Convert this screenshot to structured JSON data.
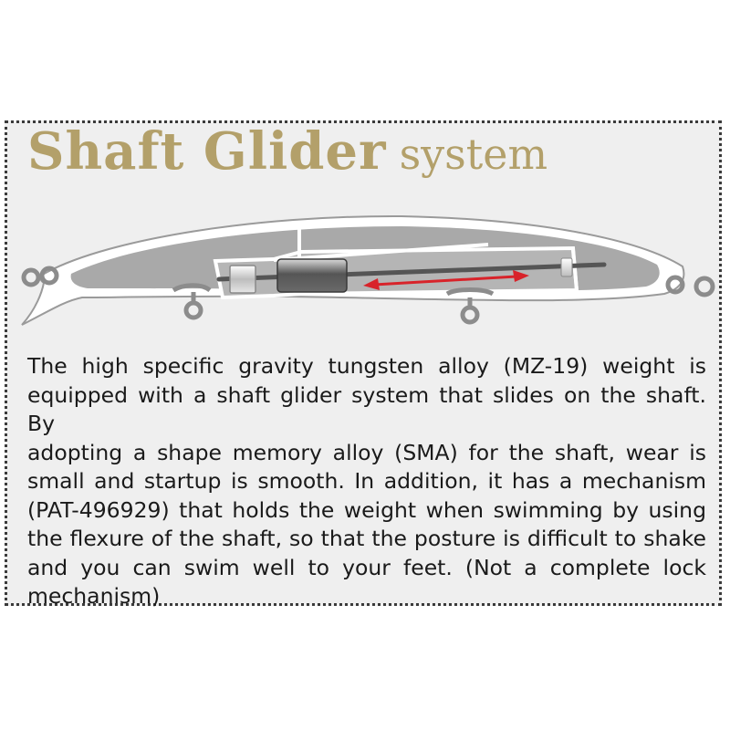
{
  "title": {
    "main": "Shaft Glider",
    "sub": "system"
  },
  "description": {
    "lines": [
      "The high specific gravity tungsten alloy (MZ-19) weight is",
      "equipped with a shaft glider system that slides on the shaft. By",
      "adopting a shape memory alloy (SMA) for the shaft, wear is",
      "small and startup is smooth. In addition, it has a mechanism",
      "(PAT-496929) that holds the weight when swimming by using",
      "the flexure of the shaft, so that the posture is difficult to shake",
      "and you can swim well to your feet. (Not a complete lock",
      "mechanism)"
    ]
  },
  "colors": {
    "title_gold": "#b3a06a",
    "panel_bg": "#efefef",
    "lure_body": "#a9a9a9",
    "shaft": "#555555",
    "arrow": "#d8232a"
  }
}
